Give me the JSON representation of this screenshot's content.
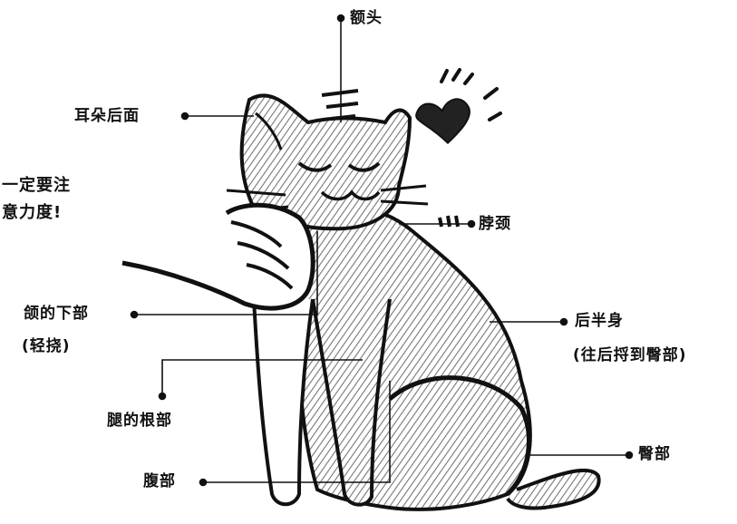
{
  "labels": {
    "forehead": "额头",
    "ear_back": "耳朵后面",
    "neck": "脖颈",
    "chin": "颌的下部",
    "chin_note": "(轻挠)",
    "leg_base": "腿的根部",
    "belly": "腹部",
    "hindquarters": "后半身",
    "hindquarters_note": "(往后捋到臀部)",
    "rump": "臀部"
  },
  "note": {
    "line1": "一定要注",
    "line2": "意力度!"
  },
  "colors": {
    "ink": "#111111",
    "fur_shade": "#8a8a8a",
    "heart": "#222222"
  }
}
